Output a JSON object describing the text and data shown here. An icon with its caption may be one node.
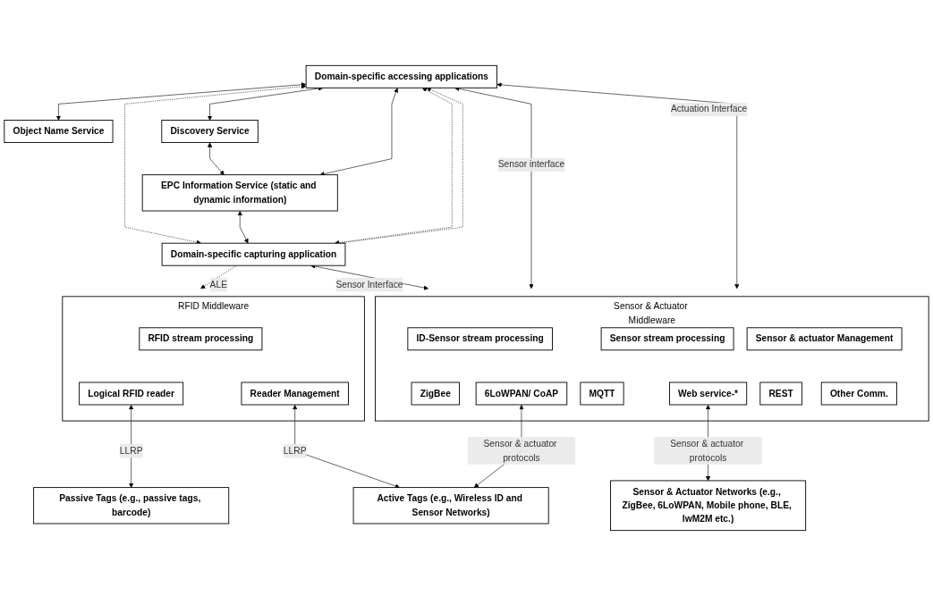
{
  "diagram": {
    "nodes": [
      {
        "text": [
          "Object Name Service"
        ]
      },
      {
        "text": [
          "Domain-specific accessing applications"
        ]
      },
      {
        "text": [
          "Discovery Service"
        ]
      },
      {
        "text": [
          "EPC Information Service (static and dynamic information)"
        ]
      },
      {
        "text": [
          "Domain-specific capturing application"
        ]
      },
      {
        "text": [
          "RFID Middleware"
        ]
      },
      {
        "text": [
          "RFID stream processing"
        ],
        "in": 5
      },
      {
        "text": [
          "Logical RFID reader"
        ],
        "in": 5
      },
      {
        "text": [
          "Reader Management"
        ],
        "in": 5
      },
      {
        "text": [
          "Sensor & Actuator Middleware"
        ]
      },
      {
        "text": [
          "ID-Sensor stream processing"
        ],
        "in": 9
      },
      {
        "text": [
          "Sensor stream processing"
        ],
        "in": 9
      },
      {
        "text": [
          "Sensor & actuator Management"
        ],
        "in": 9
      },
      {
        "text": [
          "ZigBee"
        ],
        "in": 9
      },
      {
        "text": [
          "6LoWPAN/ CoAP"
        ],
        "in": 9
      },
      {
        "text": [
          "MQTT"
        ],
        "in": 9
      },
      {
        "text": [
          "Web service-*"
        ],
        "in": 9
      },
      {
        "text": [
          "REST"
        ],
        "in": 9
      },
      {
        "text": [
          "Other Comm."
        ],
        "in": 9
      },
      {
        "text": [
          "Passive Tags (e.g., passive tags, barcode)"
        ]
      },
      {
        "text": [
          "Active Tags (e.g., Wireless ID and Sensor Networks)"
        ]
      },
      {
        "text": [
          "Sensor & Actuator Networks (e.g., ZigBee, 6LoWPAN, Mobile phone, BLE, lwM2M etc.)"
        ]
      }
    ],
    "edges": [
      {
        "from": 1,
        "to": 0,
        "arrow": "both"
      },
      {
        "from": 1,
        "to": 2,
        "arrow": "both"
      },
      {
        "from": 2,
        "to": 3,
        "arrow": "both"
      },
      {
        "from": 1,
        "to": 4,
        "arrow": "both",
        "style": "dashed"
      },
      {
        "from": 4,
        "to": 1,
        "arrow": "to",
        "style": "dashed"
      },
      {
        "from": 1,
        "to": 3,
        "arrow": "both"
      },
      {
        "from": 3,
        "to": 4,
        "arrow": "both"
      },
      {
        "from": 1,
        "to": 4,
        "arrow": "both",
        "style": "dashed"
      },
      {
        "from": 4,
        "to": 5,
        "arrow": "to",
        "label": "ALE",
        "style": "dashed"
      },
      {
        "from": 4,
        "to": 9,
        "arrow": "both",
        "label": "Sensor Interface"
      },
      {
        "from": 1,
        "to": 9,
        "arrow": "both",
        "label": "Sensor interface"
      },
      {
        "from": 1,
        "to": 9,
        "arrow": "both",
        "label": "Actuation Interface"
      },
      {
        "from": 7,
        "to": 19,
        "arrow": "both",
        "label": "LLRP"
      },
      {
        "from": 8,
        "to": 20,
        "arrow": "both",
        "label": "LLRP"
      },
      {
        "from": 14,
        "to": 20,
        "arrow": "both",
        "label": "Sensor & actuator protocols"
      },
      {
        "from": 16,
        "to": 21,
        "arrow": "both",
        "label": "Sensor & actuator protocols"
      }
    ]
  }
}
